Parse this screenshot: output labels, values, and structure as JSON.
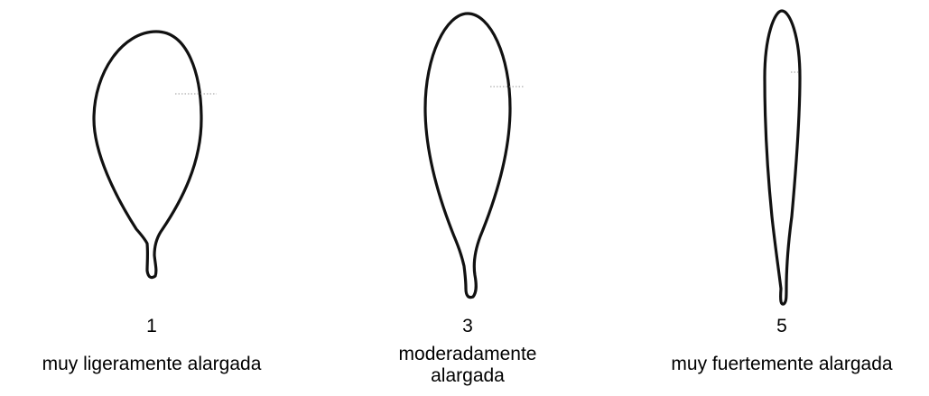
{
  "figures": [
    {
      "number": "1",
      "description": "muy ligeramente alargada"
    },
    {
      "number": "3",
      "description_lines": [
        "moderadamente",
        "alargada"
      ]
    },
    {
      "number": "5",
      "description": "muy fuertemente alargada"
    }
  ],
  "colors": {
    "outline": "#111111",
    "text": "#000000",
    "background": "#ffffff"
  }
}
